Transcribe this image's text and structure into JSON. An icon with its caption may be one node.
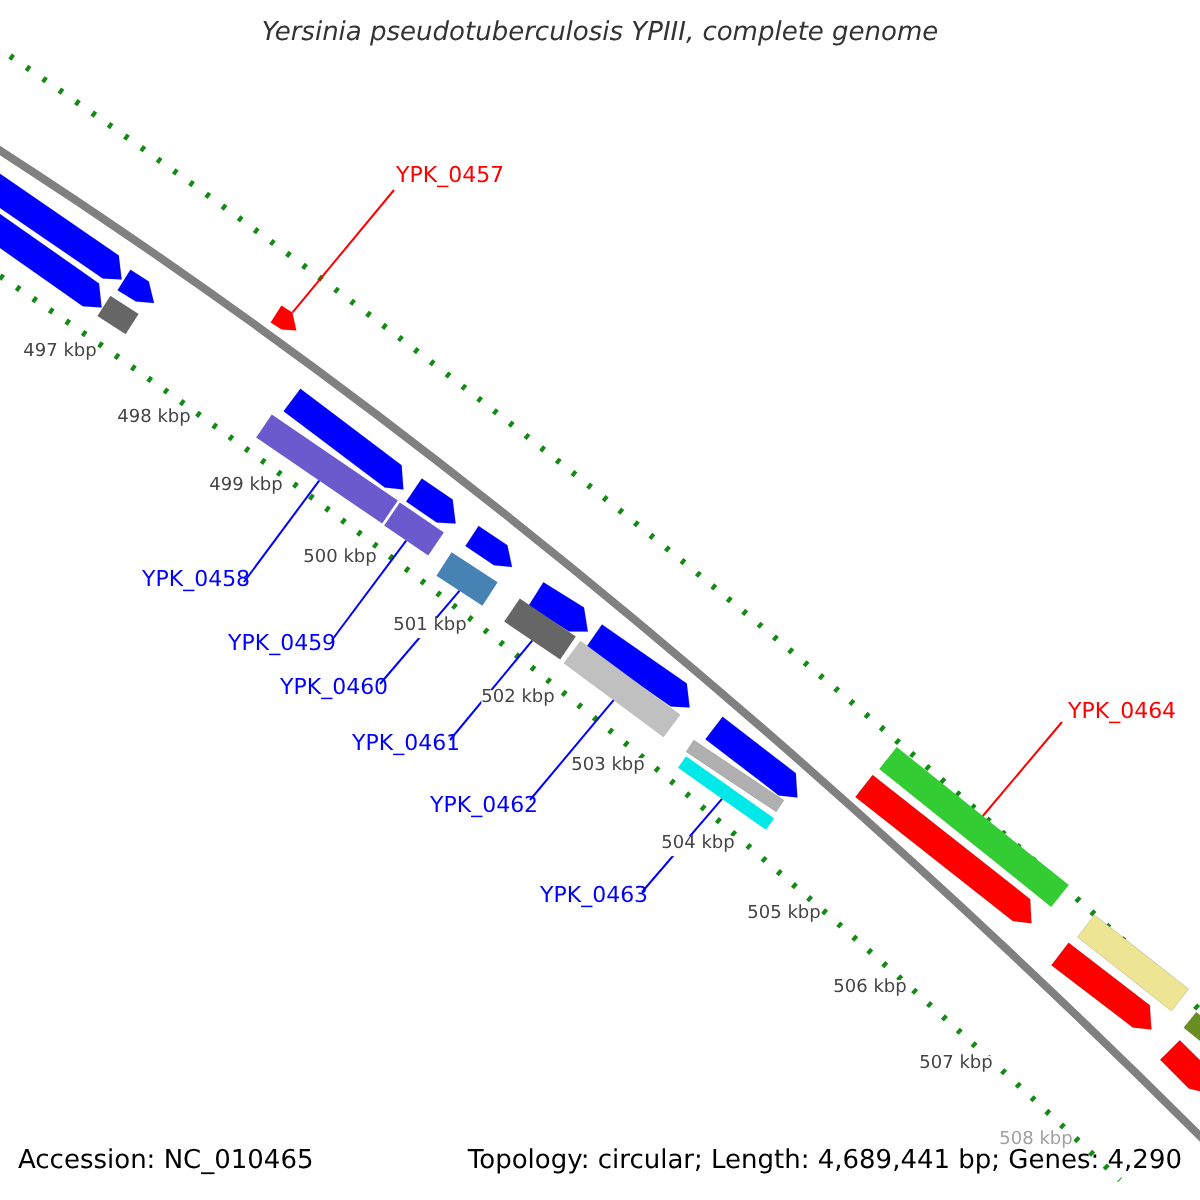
{
  "diagram": {
    "title": "Yersinia pseudotuberculosis YPIII, complete genome",
    "nodes": [
      {
        "text": [
          "YPK_0457"
        ]
      },
      {
        "text": [
          "YPK_0458"
        ]
      },
      {
        "text": [
          "YPK_0459"
        ]
      },
      {
        "text": [
          "YPK_0460"
        ]
      },
      {
        "text": [
          "YPK_0461"
        ]
      },
      {
        "text": [
          "YPK_0462"
        ]
      },
      {
        "text": [
          "YPK_0463"
        ]
      },
      {
        "text": [
          "YPK_0464"
        ]
      },
      {
        "text": [],
        "shape": "bar"
      },
      {
        "text": [],
        "shape": "bar"
      },
      {
        "text": [],
        "shape": "bar"
      },
      {
        "text": [],
        "shape": "bar"
      },
      {
        "text": [],
        "shape": "bar"
      },
      {
        "text": [],
        "shape": "bar"
      },
      {
        "text": [],
        "shape": "bar"
      },
      {
        "text": [],
        "shape": "bar"
      }
    ],
    "edges": [
      {
        "from": 0,
        "to": 8,
        "arrow": "none",
        "color": "#ff0000"
      },
      {
        "from": 1,
        "to": 9,
        "arrow": "none"
      },
      {
        "from": 2,
        "to": 10,
        "arrow": "none"
      },
      {
        "from": 3,
        "to": 11,
        "arrow": "none"
      },
      {
        "from": 4,
        "to": 12,
        "arrow": "none"
      },
      {
        "from": 5,
        "to": 13,
        "arrow": "none"
      },
      {
        "from": 6,
        "to": 14,
        "arrow": "none"
      },
      {
        "from": 7,
        "to": 15,
        "arrow": "none",
        "color": "#ff0000"
      }
    ],
    "labels": [
      "497 kbp",
      "498 kbp",
      "499 kbp",
      "500 kbp",
      "501 kbp",
      "502 kbp",
      "503 kbp",
      "504 kbp",
      "505 kbp",
      "506 kbp",
      "507 kbp",
      "508 kbp",
      "Accession: NC_010465",
      "Topology: circular; Length: 4,689,441 bp; Genes: 4,290"
    ]
  }
}
